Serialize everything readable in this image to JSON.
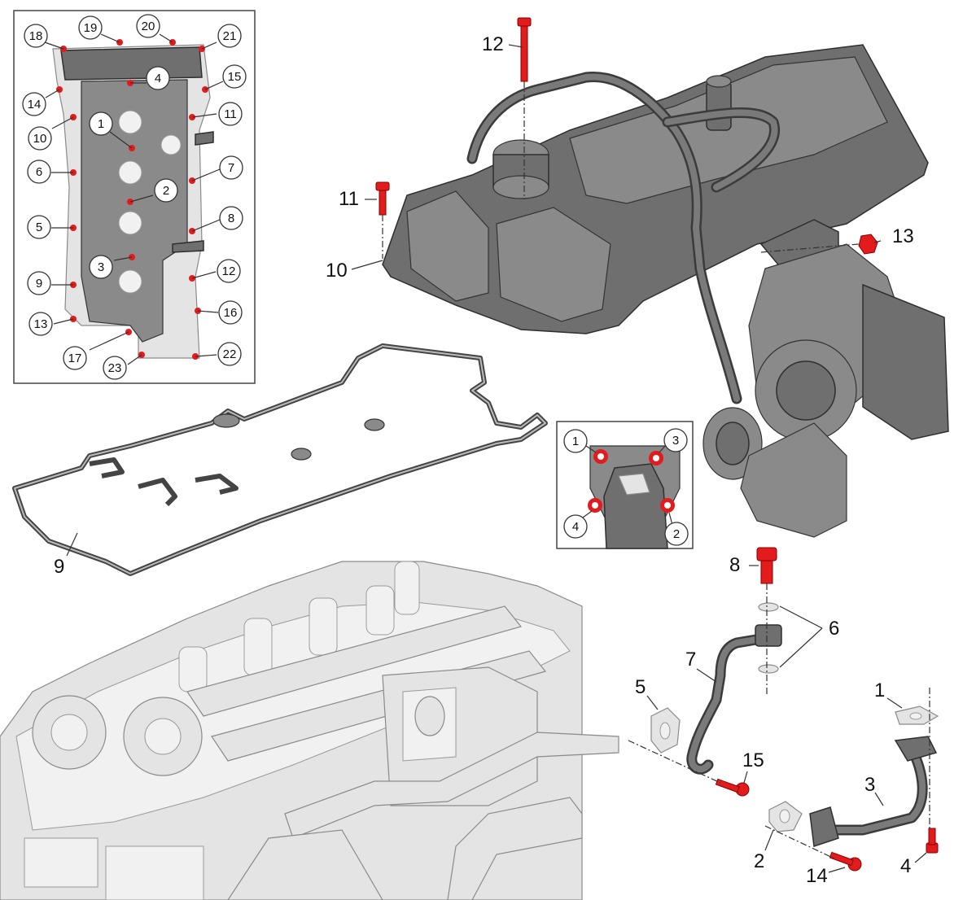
{
  "main_callouts": [
    {
      "id": "c1",
      "label": "1"
    },
    {
      "id": "c2",
      "label": "2"
    },
    {
      "id": "c3",
      "label": "3"
    },
    {
      "id": "c4",
      "label": "4"
    },
    {
      "id": "c5",
      "label": "5"
    },
    {
      "id": "c6",
      "label": "6"
    },
    {
      "id": "c7",
      "label": "7"
    },
    {
      "id": "c8",
      "label": "8"
    },
    {
      "id": "c9",
      "label": "9"
    },
    {
      "id": "c10",
      "label": "10"
    },
    {
      "id": "c11",
      "label": "11"
    },
    {
      "id": "c12",
      "label": "12"
    },
    {
      "id": "c13",
      "label": "13"
    },
    {
      "id": "c14",
      "label": "14"
    },
    {
      "id": "c15",
      "label": "15"
    }
  ],
  "cover_sequence_inset": {
    "labels": [
      "1",
      "2",
      "3",
      "4",
      "5",
      "6",
      "7",
      "8",
      "9",
      "10",
      "11",
      "12",
      "13",
      "14",
      "15",
      "16",
      "17",
      "18",
      "19",
      "20",
      "21",
      "22",
      "23"
    ]
  },
  "flange_sequence_inset": {
    "labels": [
      "1",
      "2",
      "3",
      "4"
    ]
  },
  "colors": {
    "fastener_red": "#e21c1c",
    "part_dark": "#6f6f6f",
    "engine_light": "#e4e4e4"
  }
}
